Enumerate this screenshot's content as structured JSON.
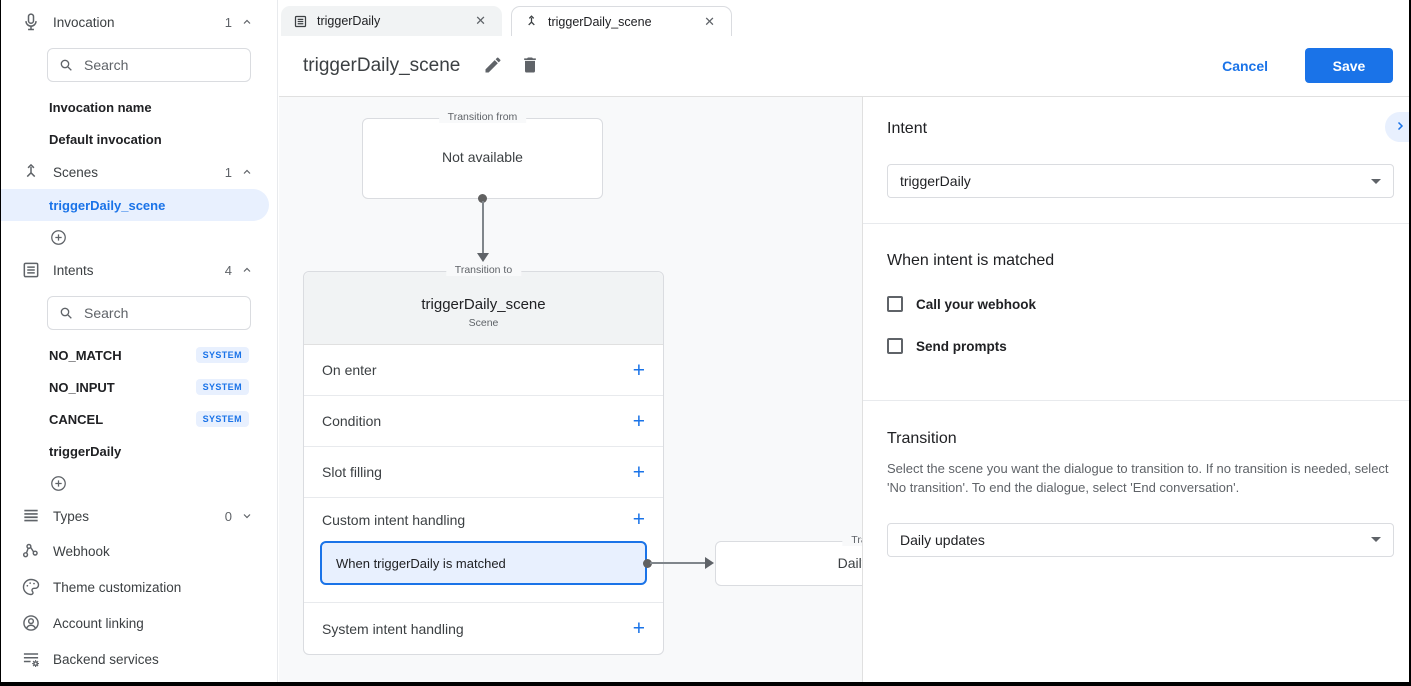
{
  "colors": {
    "accent": "#1a73e8",
    "highlight": "#e8f0fe"
  },
  "sidebar": {
    "invocation": {
      "label": "Invocation",
      "count": "1",
      "search_placeholder": "Search",
      "items": [
        {
          "label": "Invocation name"
        },
        {
          "label": "Default invocation"
        }
      ]
    },
    "scenes": {
      "label": "Scenes",
      "count": "1",
      "items": [
        {
          "label": "triggerDaily_scene"
        }
      ]
    },
    "intents": {
      "label": "Intents",
      "count": "4",
      "search_placeholder": "Search",
      "items": [
        {
          "label": "NO_MATCH",
          "badge": "SYSTEM"
        },
        {
          "label": "NO_INPUT",
          "badge": "SYSTEM"
        },
        {
          "label": "CANCEL",
          "badge": "SYSTEM"
        },
        {
          "label": "triggerDaily"
        }
      ]
    },
    "types": {
      "label": "Types",
      "count": "0"
    },
    "links": [
      {
        "label": "Webhook"
      },
      {
        "label": "Theme customization"
      },
      {
        "label": "Account linking"
      },
      {
        "label": "Backend services"
      }
    ]
  },
  "tabs": [
    {
      "label": "triggerDaily"
    },
    {
      "label": "triggerDaily_scene"
    }
  ],
  "header": {
    "title": "triggerDaily_scene",
    "cancel_label": "Cancel",
    "save_label": "Save"
  },
  "canvas": {
    "transition_from": {
      "legend": "Transition from",
      "text": "Not available"
    },
    "scene_card": {
      "legend": "Transition to",
      "title": "triggerDaily_scene",
      "subtitle": "Scene",
      "rows": {
        "on_enter": "On enter",
        "condition": "Condition",
        "slot_filling": "Slot filling",
        "custom_intent": "Custom intent handling",
        "system_intent": "System intent handling"
      },
      "matched_item": "When triggerDaily is matched"
    },
    "next_scene": {
      "legend": "Transition to",
      "text": "Daily updates"
    }
  },
  "panel": {
    "intent": {
      "heading": "Intent",
      "value": "triggerDaily"
    },
    "when_matched": {
      "heading": "When intent is matched",
      "checkbox_webhook": "Call your webhook",
      "checkbox_prompts": "Send prompts"
    },
    "transition": {
      "heading": "Transition",
      "description": "Select the scene you want the dialogue to transition to. If no transition is needed, select 'No transition'. To end the dialogue, select 'End conversation'.",
      "value": "Daily updates"
    }
  }
}
